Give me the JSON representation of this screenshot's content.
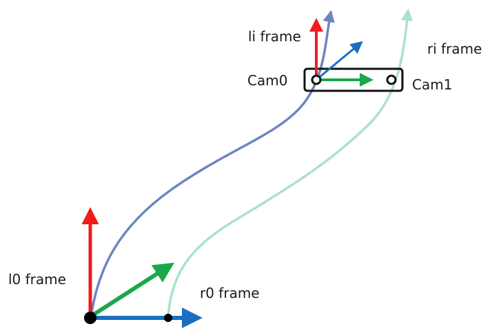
{
  "labels": {
    "li_frame": "li frame",
    "ri_frame": "ri frame",
    "cam0": "Cam0",
    "cam1": "Cam1",
    "l0_frame": "l0 frame",
    "r0_frame": "r0 frame"
  },
  "colors": {
    "axis_red": "#ee1c1c",
    "axis_green": "#1aa84a",
    "axis_blue": "#1a6fc0",
    "trajectory_left": "#6d84c3",
    "trajectory_right": "#a9e2cb",
    "rig_outline": "#111111"
  }
}
